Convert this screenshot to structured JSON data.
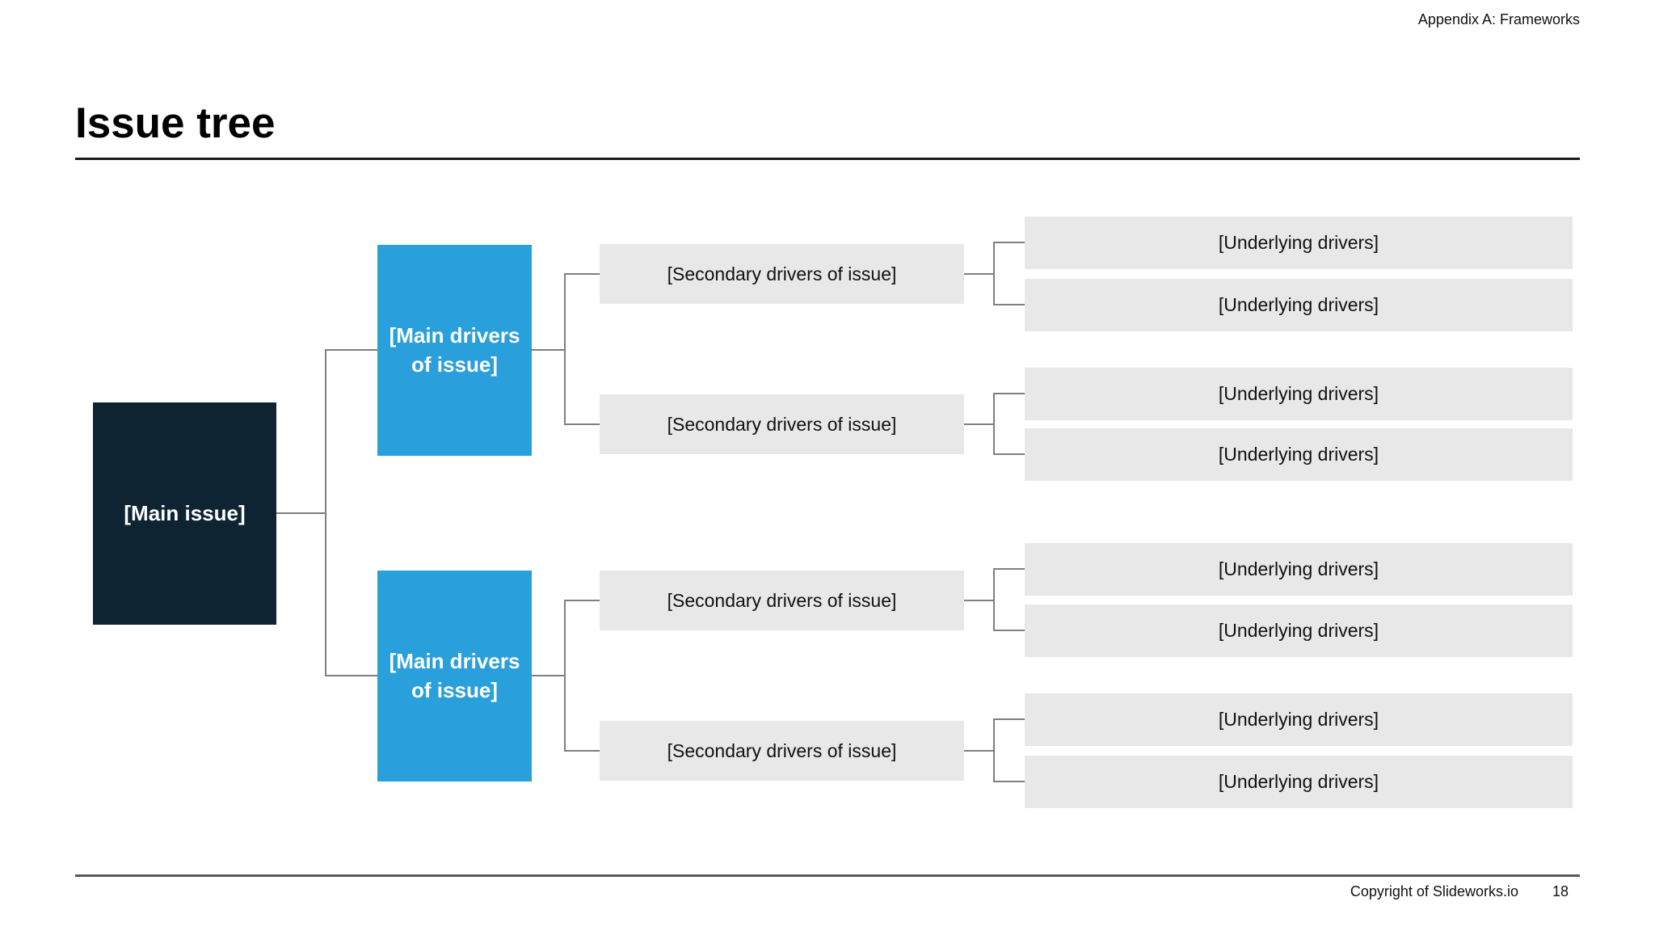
{
  "slide": {
    "appendix_label": "Appendix A: Frameworks",
    "title": "Issue tree",
    "footer": {
      "copyright": "Copyright of Slideworks.io",
      "page_number": "18"
    }
  },
  "colors": {
    "main_issue_bg": "#0e2433",
    "main_driver_bg": "#29a0dc",
    "gray_node_bg": "#e8e8e8",
    "connector": "#7f7f7f",
    "title_rule": "#1a1a1a",
    "footer_rule": "#595959",
    "node_text_light": "#ffffff",
    "node_text_dark": "#111111"
  },
  "tree": {
    "main_issue": {
      "label": "[Main issue]"
    },
    "main_drivers": [
      {
        "label": "[Main drivers of issue]"
      },
      {
        "label": "[Main drivers of issue]"
      }
    ],
    "secondary_drivers": [
      {
        "label": "[Secondary drivers of issue]"
      },
      {
        "label": "[Secondary drivers of issue]"
      },
      {
        "label": "[Secondary drivers of issue]"
      },
      {
        "label": "[Secondary drivers of issue]"
      }
    ],
    "underlying_drivers": [
      {
        "label": "[Underlying drivers]"
      },
      {
        "label": "[Underlying drivers]"
      },
      {
        "label": "[Underlying drivers]"
      },
      {
        "label": "[Underlying drivers]"
      },
      {
        "label": "[Underlying drivers]"
      },
      {
        "label": "[Underlying drivers]"
      },
      {
        "label": "[Underlying drivers]"
      },
      {
        "label": "[Underlying drivers]"
      }
    ]
  }
}
